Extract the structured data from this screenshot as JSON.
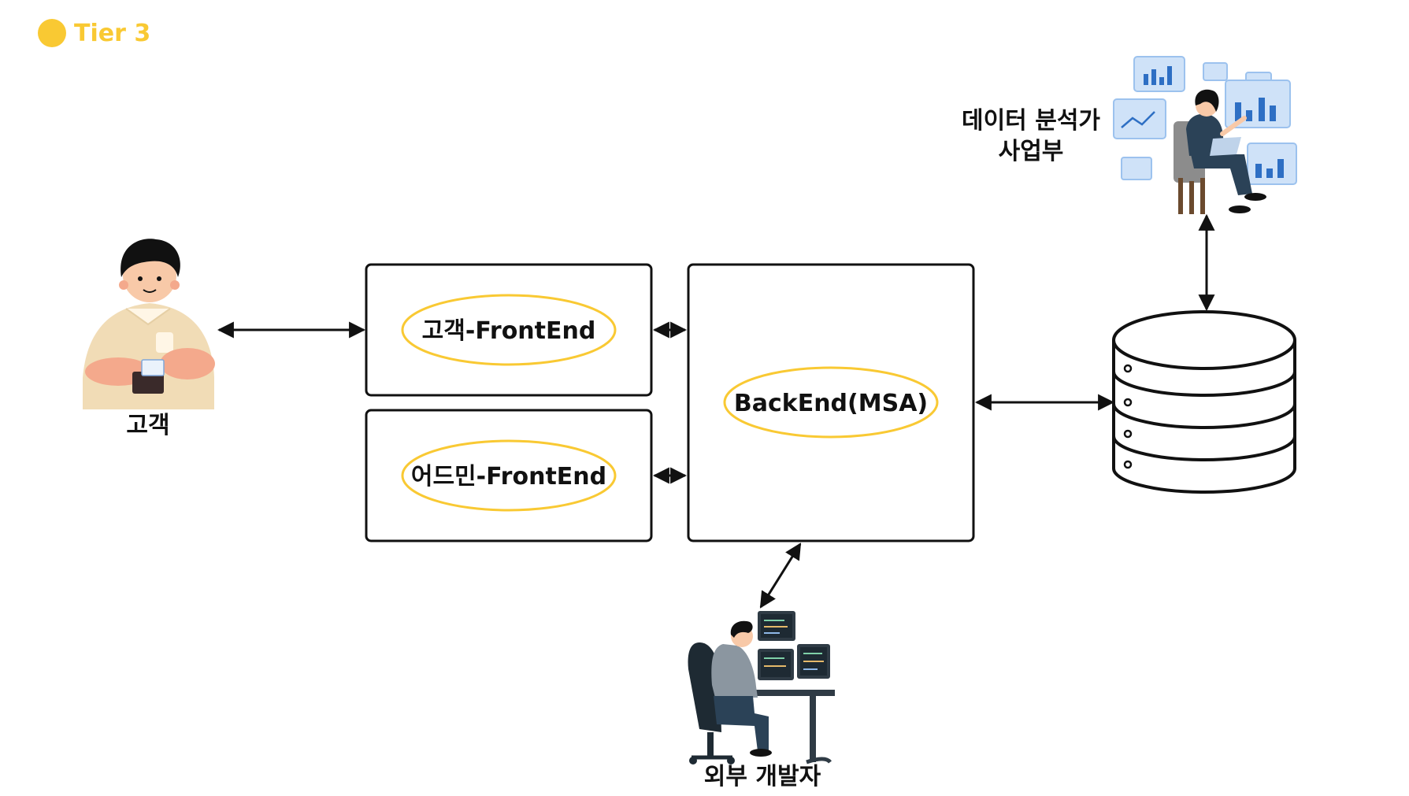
{
  "tier_label": "Tier 3",
  "colors": {
    "accent": "#F9C933",
    "stroke": "#111111",
    "background": "#FFFFFF"
  },
  "nodes": {
    "customer_frontend": "고객-FrontEnd",
    "admin_frontend": "어드민-FrontEnd",
    "backend": "BackEnd(MSA)"
  },
  "actors": {
    "customer": "고객",
    "analyst_line1": "데이터 분석가",
    "analyst_line2": "사업부",
    "developer": "외부 개발자"
  },
  "icons": {
    "customer": "customer-person-icon",
    "analyst": "data-analyst-person-icon",
    "developer": "developer-at-desk-icon",
    "database": "database-cylinder-icon"
  }
}
